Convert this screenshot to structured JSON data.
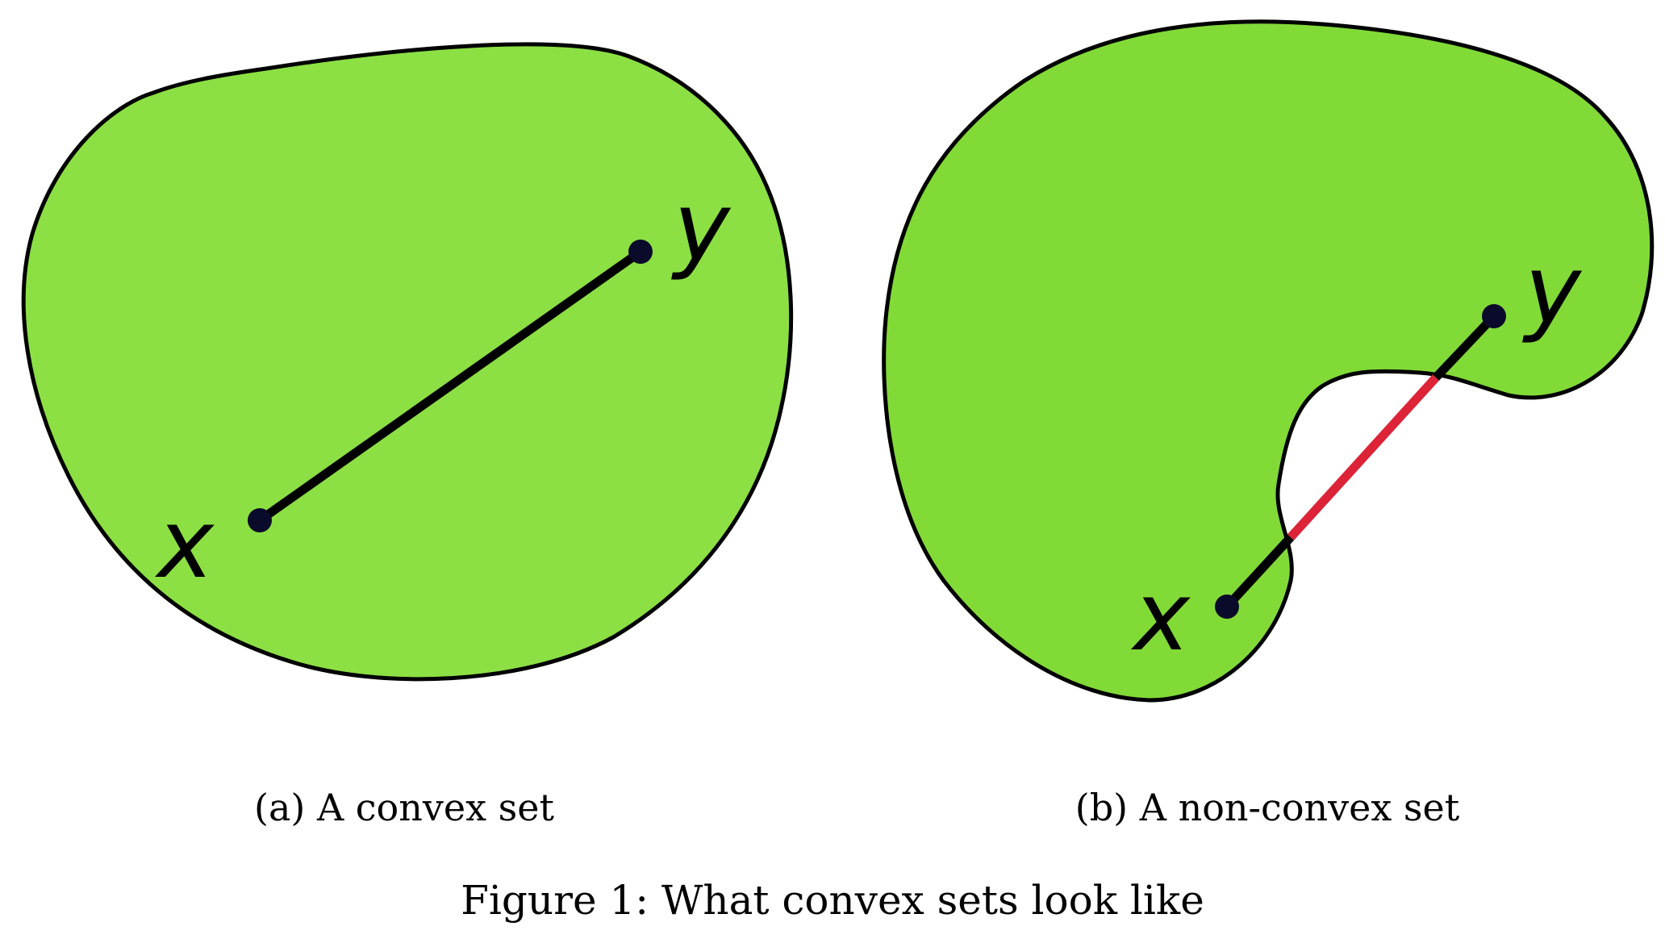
{
  "panels": [
    {
      "id": "a",
      "caption": "(a) A convex set",
      "fill_color": "#8ce043",
      "point_x_label": "x",
      "point_y_label": "y",
      "segment_color": "#000000"
    },
    {
      "id": "b",
      "caption": "(b) A non-convex set",
      "fill_color": "#82da37",
      "point_x_label": "x",
      "point_y_label": "y",
      "segment_inside_color": "#000000",
      "segment_outside_color": "#dc2337"
    }
  ],
  "figure_caption": "Figure 1: What convex sets look like"
}
